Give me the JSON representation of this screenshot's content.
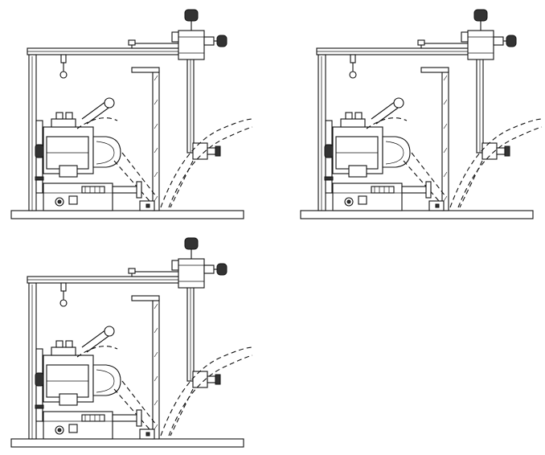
{
  "figure": {
    "panels": [
      {
        "id": "top-left",
        "position": "top-left"
      },
      {
        "id": "top-right",
        "position": "top-right"
      },
      {
        "id": "bottom-left",
        "position": "bottom-left"
      }
    ],
    "style": "technical line drawing",
    "line_color": "#111111",
    "background": "#ffffff"
  }
}
